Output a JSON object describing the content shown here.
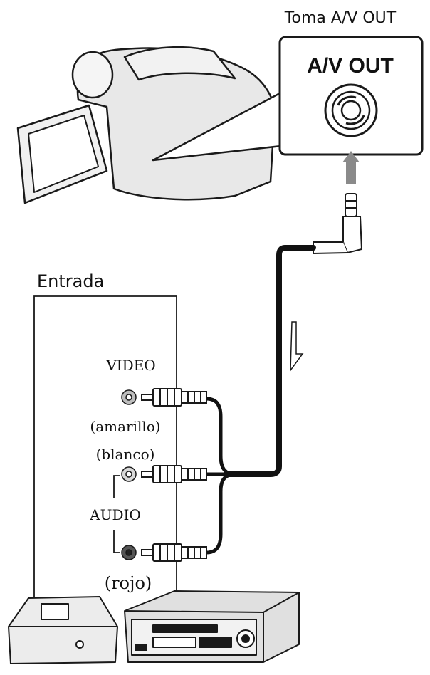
{
  "labels": {
    "jack_title": "Toma A/V OUT",
    "jack_name": "A/V OUT",
    "input_title": "Entrada",
    "video": "VIDEO",
    "yellow": "(amarillo)",
    "white": "(blanco)",
    "audio": "AUDIO",
    "red": "(rojo)"
  },
  "colors": {
    "stroke": "#1a1a1a",
    "camera_fill": "#e6e6e6",
    "arrow_fill": "#8a8a8a",
    "cable": "#111111"
  },
  "icons": [
    "camcorder-icon",
    "av-out-jack-icon",
    "mini-plug-icon",
    "rca-plug-icon",
    "vcr-icon",
    "dvd-writer-icon",
    "signal-flow-arrow-icon"
  ]
}
